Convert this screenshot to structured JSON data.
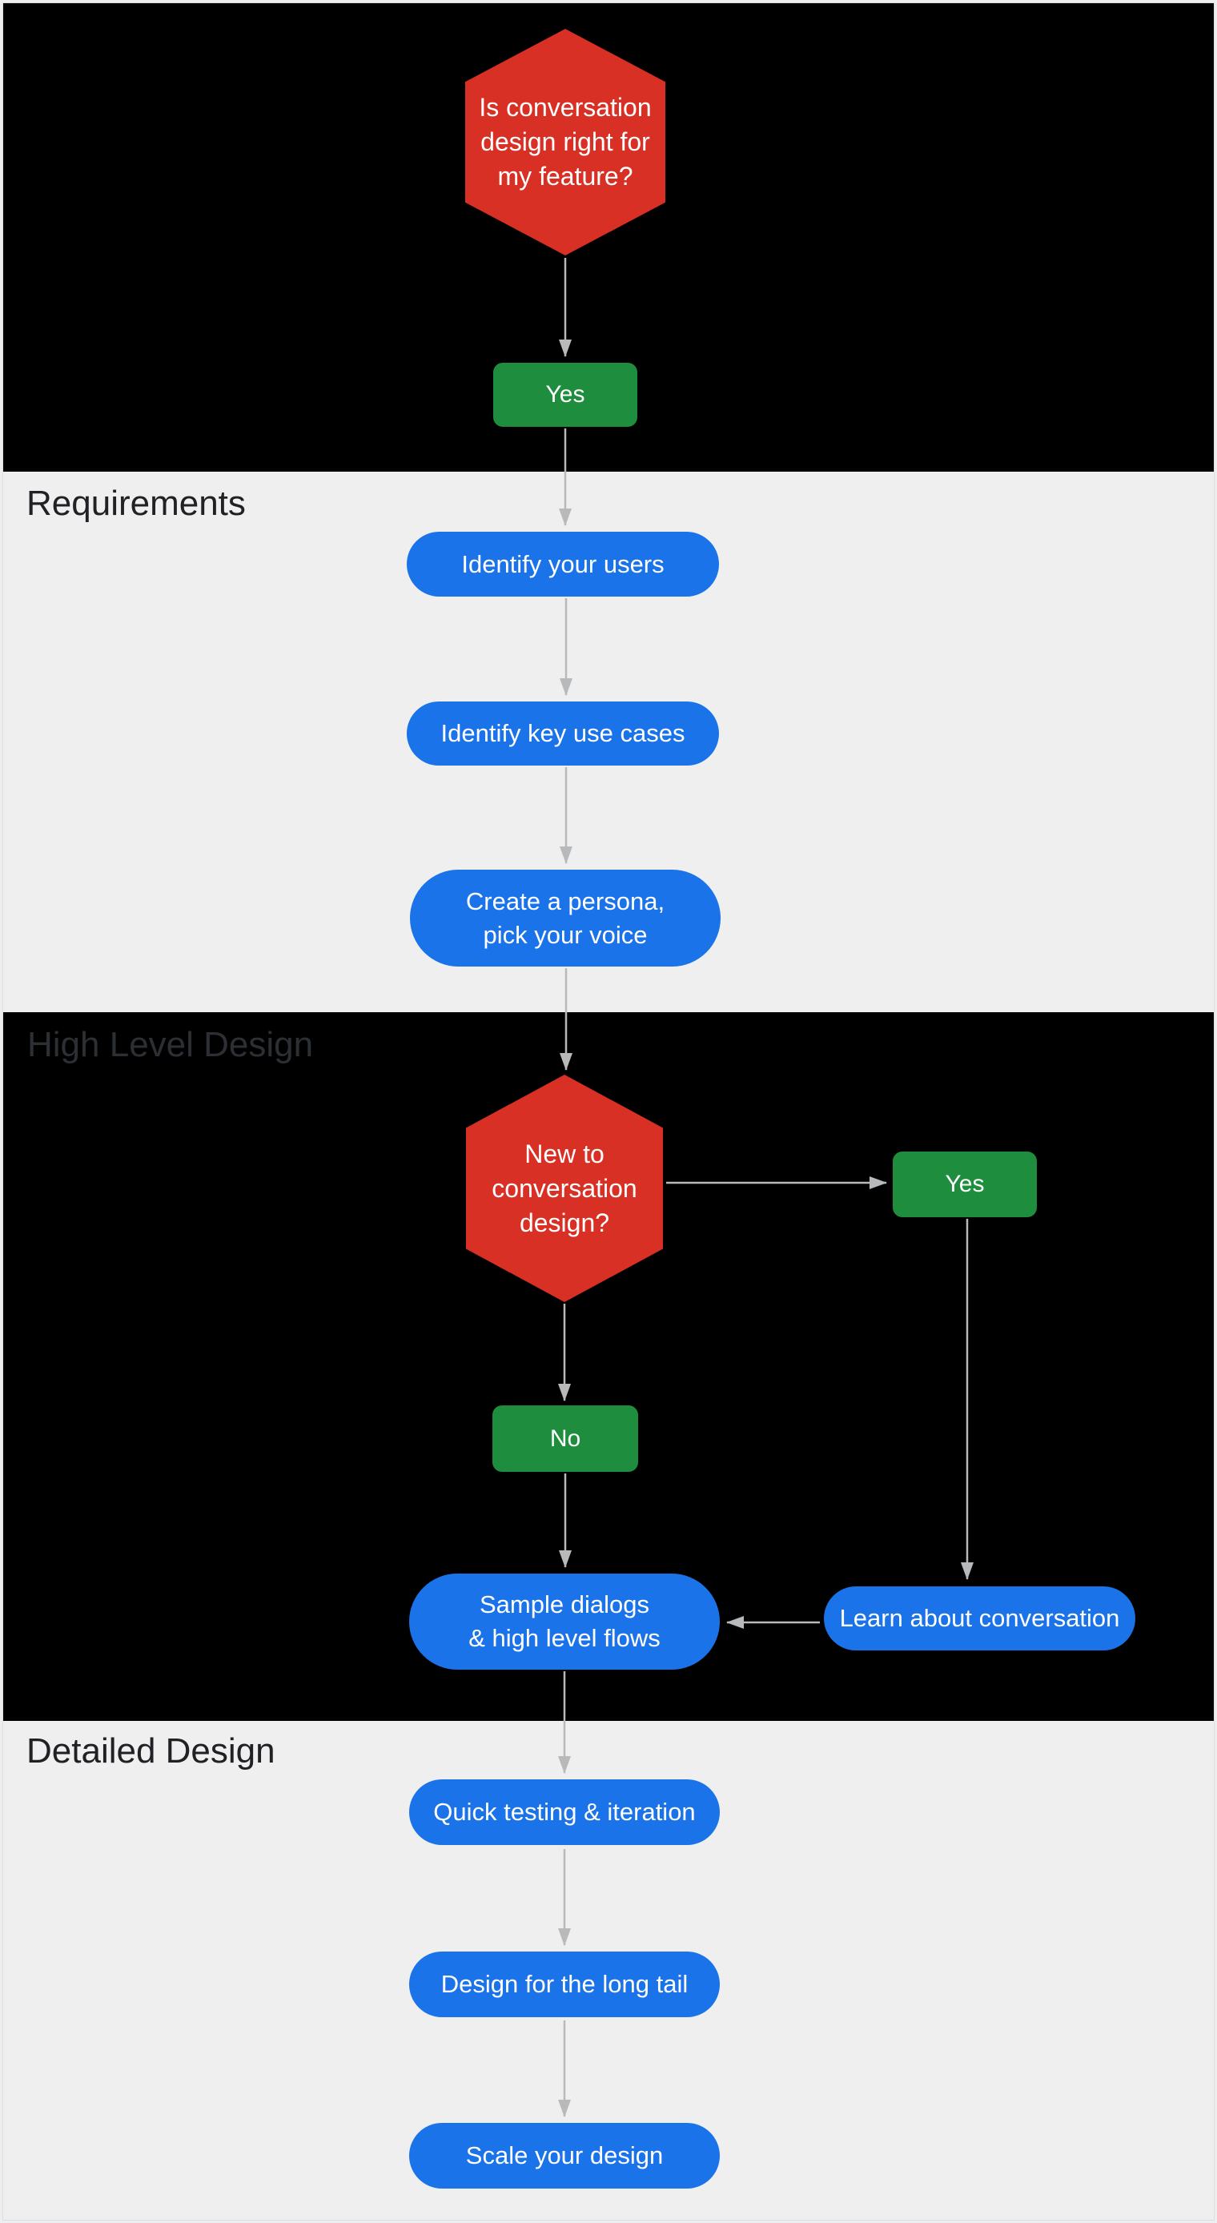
{
  "colors": {
    "background_dark": "#000000",
    "background_light": "#efeff0",
    "decision": "#d93025",
    "process": "#1a73e8",
    "answer": "#1e8e3e",
    "label_on_light": "#202124",
    "label_on_dark": "#2c2f34",
    "arrow": "#b7b9bb",
    "node_text": "#ffffff"
  },
  "sections": [
    {
      "name": "intro",
      "label": ""
    },
    {
      "name": "requirements",
      "label": "Requirements"
    },
    {
      "name": "high-level-design",
      "label": "High Level Design"
    },
    {
      "name": "detailed-design",
      "label": "Detailed Design"
    }
  ],
  "nodes": {
    "question_is_cd_right": {
      "type": "decision",
      "label": "Is conversation\ndesign right for\nmy feature?"
    },
    "answer_yes_1": {
      "type": "answer",
      "label": "Yes"
    },
    "identify_users": {
      "type": "process",
      "label": "Identify your users"
    },
    "identify_use_cases": {
      "type": "process",
      "label": "Identify key use cases"
    },
    "create_persona": {
      "type": "process",
      "label": "Create a persona,\npick your voice"
    },
    "question_new_to_cd": {
      "type": "decision",
      "label": "New to\nconversation\ndesign?"
    },
    "answer_yes_2": {
      "type": "answer",
      "label": "Yes"
    },
    "answer_no": {
      "type": "answer",
      "label": "No"
    },
    "sample_dialogs": {
      "type": "process",
      "label": "Sample dialogs\n& high level flows"
    },
    "learn_about_conversation": {
      "type": "process",
      "label": "Learn about conversation"
    },
    "quick_testing": {
      "type": "process",
      "label": "Quick testing & iteration"
    },
    "design_long_tail": {
      "type": "process",
      "label": "Design for the long tail"
    },
    "scale_design": {
      "type": "process",
      "label": "Scale your design"
    }
  }
}
